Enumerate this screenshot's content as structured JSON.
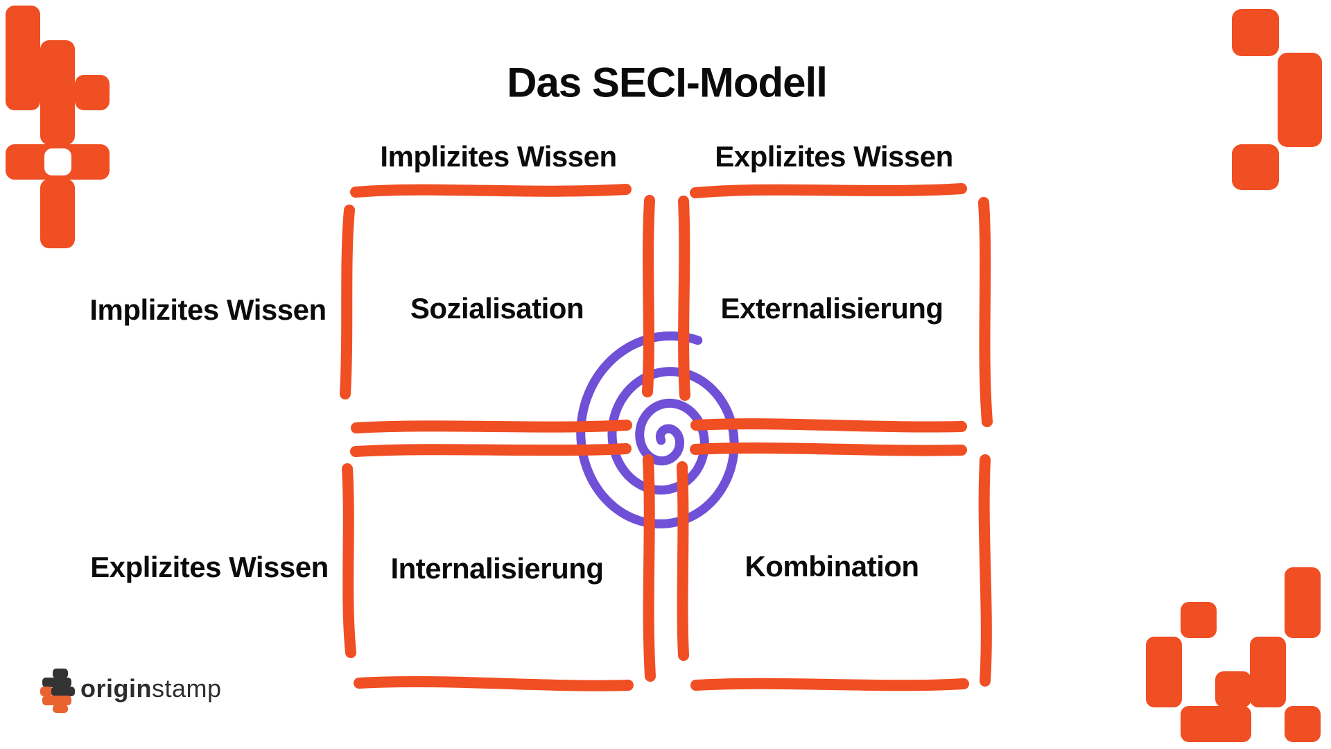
{
  "title": "Das SECI-Modell",
  "top_labels": {
    "left": "Implizites Wissen",
    "right": "Explizites Wissen"
  },
  "side_labels": {
    "top": "Implizites Wissen",
    "bottom": "Explizites Wissen"
  },
  "quadrants": {
    "top_left": "Sozialisation",
    "top_right": "Externalisierung",
    "bottom_left": "Internalisierung",
    "bottom_right": "Kombination"
  },
  "logo": {
    "bold": "origin",
    "light": "stamp"
  },
  "colors": {
    "orange": "#F04E23",
    "purple": "#7050D6",
    "text": "#0B0B0B",
    "logo_dark": "#333333",
    "logo_orange": "#E8632E"
  },
  "icons": {
    "spiral": "spiral-icon",
    "corner_top_left": "pixel-cluster-top-left",
    "corner_top_right": "pixel-cluster-top-right",
    "corner_bottom_right": "pixel-cluster-bottom-right",
    "logo_mark": "originstamp-s-icon"
  }
}
